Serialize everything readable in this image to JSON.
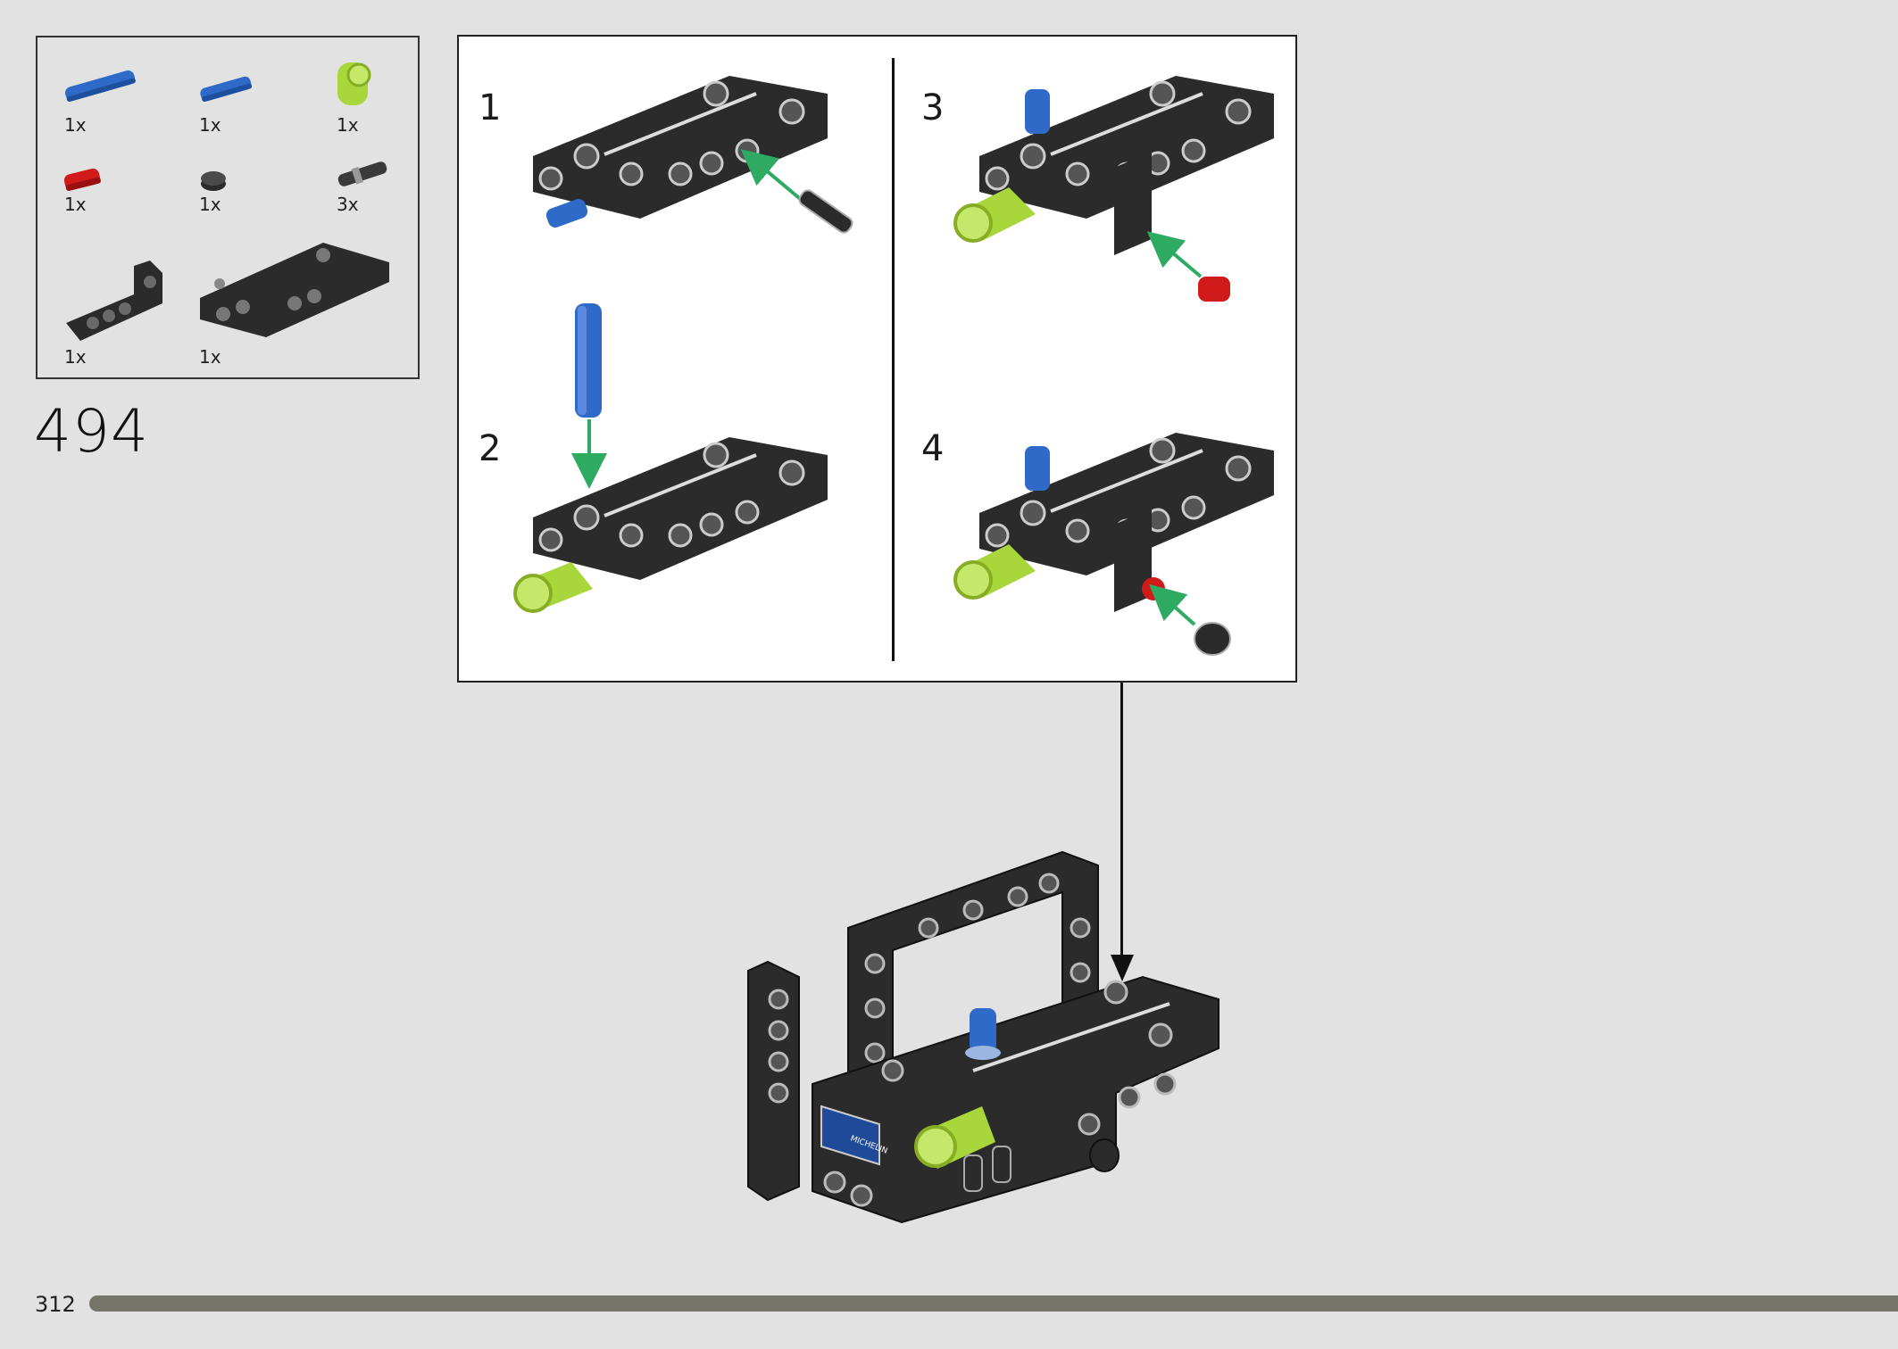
{
  "parts_list": {
    "items": [
      {
        "icon": "long-pin-blue-icon",
        "qty": "1x"
      },
      {
        "icon": "axle-pin-blue-icon",
        "qty": "1x"
      },
      {
        "icon": "pin-connector-lime-icon",
        "qty": "1x"
      },
      {
        "icon": "axle-pin-red-icon",
        "qty": "1x"
      },
      {
        "icon": "round-tile-black-icon",
        "qty": "1x"
      },
      {
        "icon": "pin-black-icon",
        "qty": "3x"
      },
      {
        "icon": "l-beam-black-icon",
        "qty": "1x"
      },
      {
        "icon": "panel-beam-black-icon",
        "qty": "1x"
      }
    ]
  },
  "step": {
    "number": "494"
  },
  "substeps": [
    {
      "number": "1"
    },
    {
      "number": "2"
    },
    {
      "number": "3"
    },
    {
      "number": "4"
    }
  ],
  "footer": {
    "page_number": "312"
  },
  "colors": {
    "background": "#e2e2e2",
    "brick_black": "#2b2b2b",
    "pin_blue": "#2f6ac8",
    "lime": "#a9d63a",
    "red": "#d11a1a",
    "arrow_green": "#2faa63",
    "progress": "#747469"
  }
}
